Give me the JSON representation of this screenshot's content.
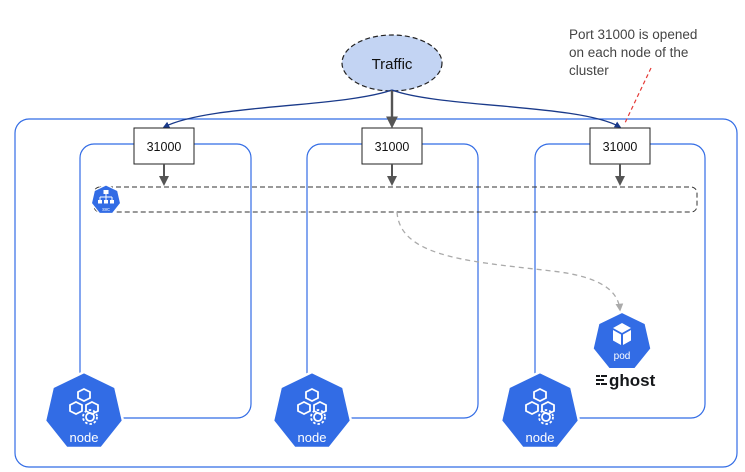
{
  "traffic": {
    "label": "Traffic"
  },
  "annotation": {
    "lines": [
      "Port 31000 is opened",
      "on each node of the",
      "cluster"
    ]
  },
  "ports": [
    {
      "label": "31000"
    },
    {
      "label": "31000"
    },
    {
      "label": "31000"
    }
  ],
  "service": {
    "icon_label": "svc"
  },
  "nodes": [
    {
      "label": "node"
    },
    {
      "label": "node"
    },
    {
      "label": "node"
    }
  ],
  "pod": {
    "label": "pod",
    "app_name": "ghost"
  },
  "colors": {
    "k8s_blue": "#326ce5",
    "traffic_fill": "#c3d4f3",
    "arrow": "#555555",
    "dashed_gray": "#aaaaaa",
    "annotation_line": "#e53935"
  },
  "icons": {
    "node": "node-icon",
    "service": "service-icon",
    "pod": "pod-icon",
    "ghost": "ghost-logo-icon"
  }
}
